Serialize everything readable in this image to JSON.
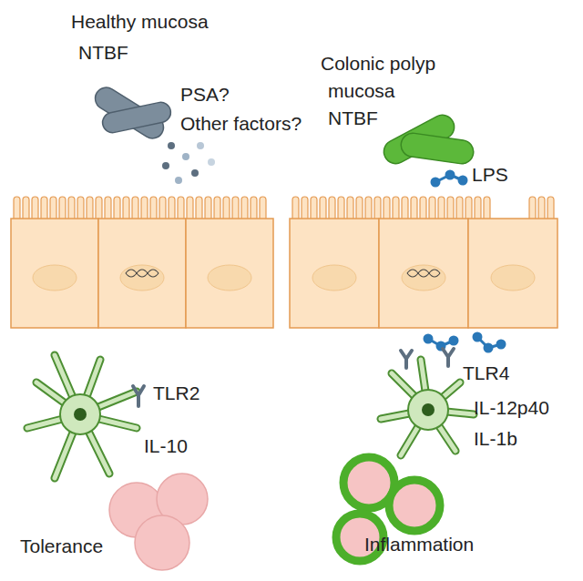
{
  "diagram": {
    "labels": [
      "Healthy mucosa",
      "NTBF",
      "PSA?",
      "Other factors?",
      "Colonic polyp",
      "mucosa",
      "NTBF",
      "LPS",
      "TLR2",
      "IL-10",
      "TLR4",
      "IL-12p40",
      "IL-1b",
      "Tolerance",
      "Inflammation"
    ]
  }
}
